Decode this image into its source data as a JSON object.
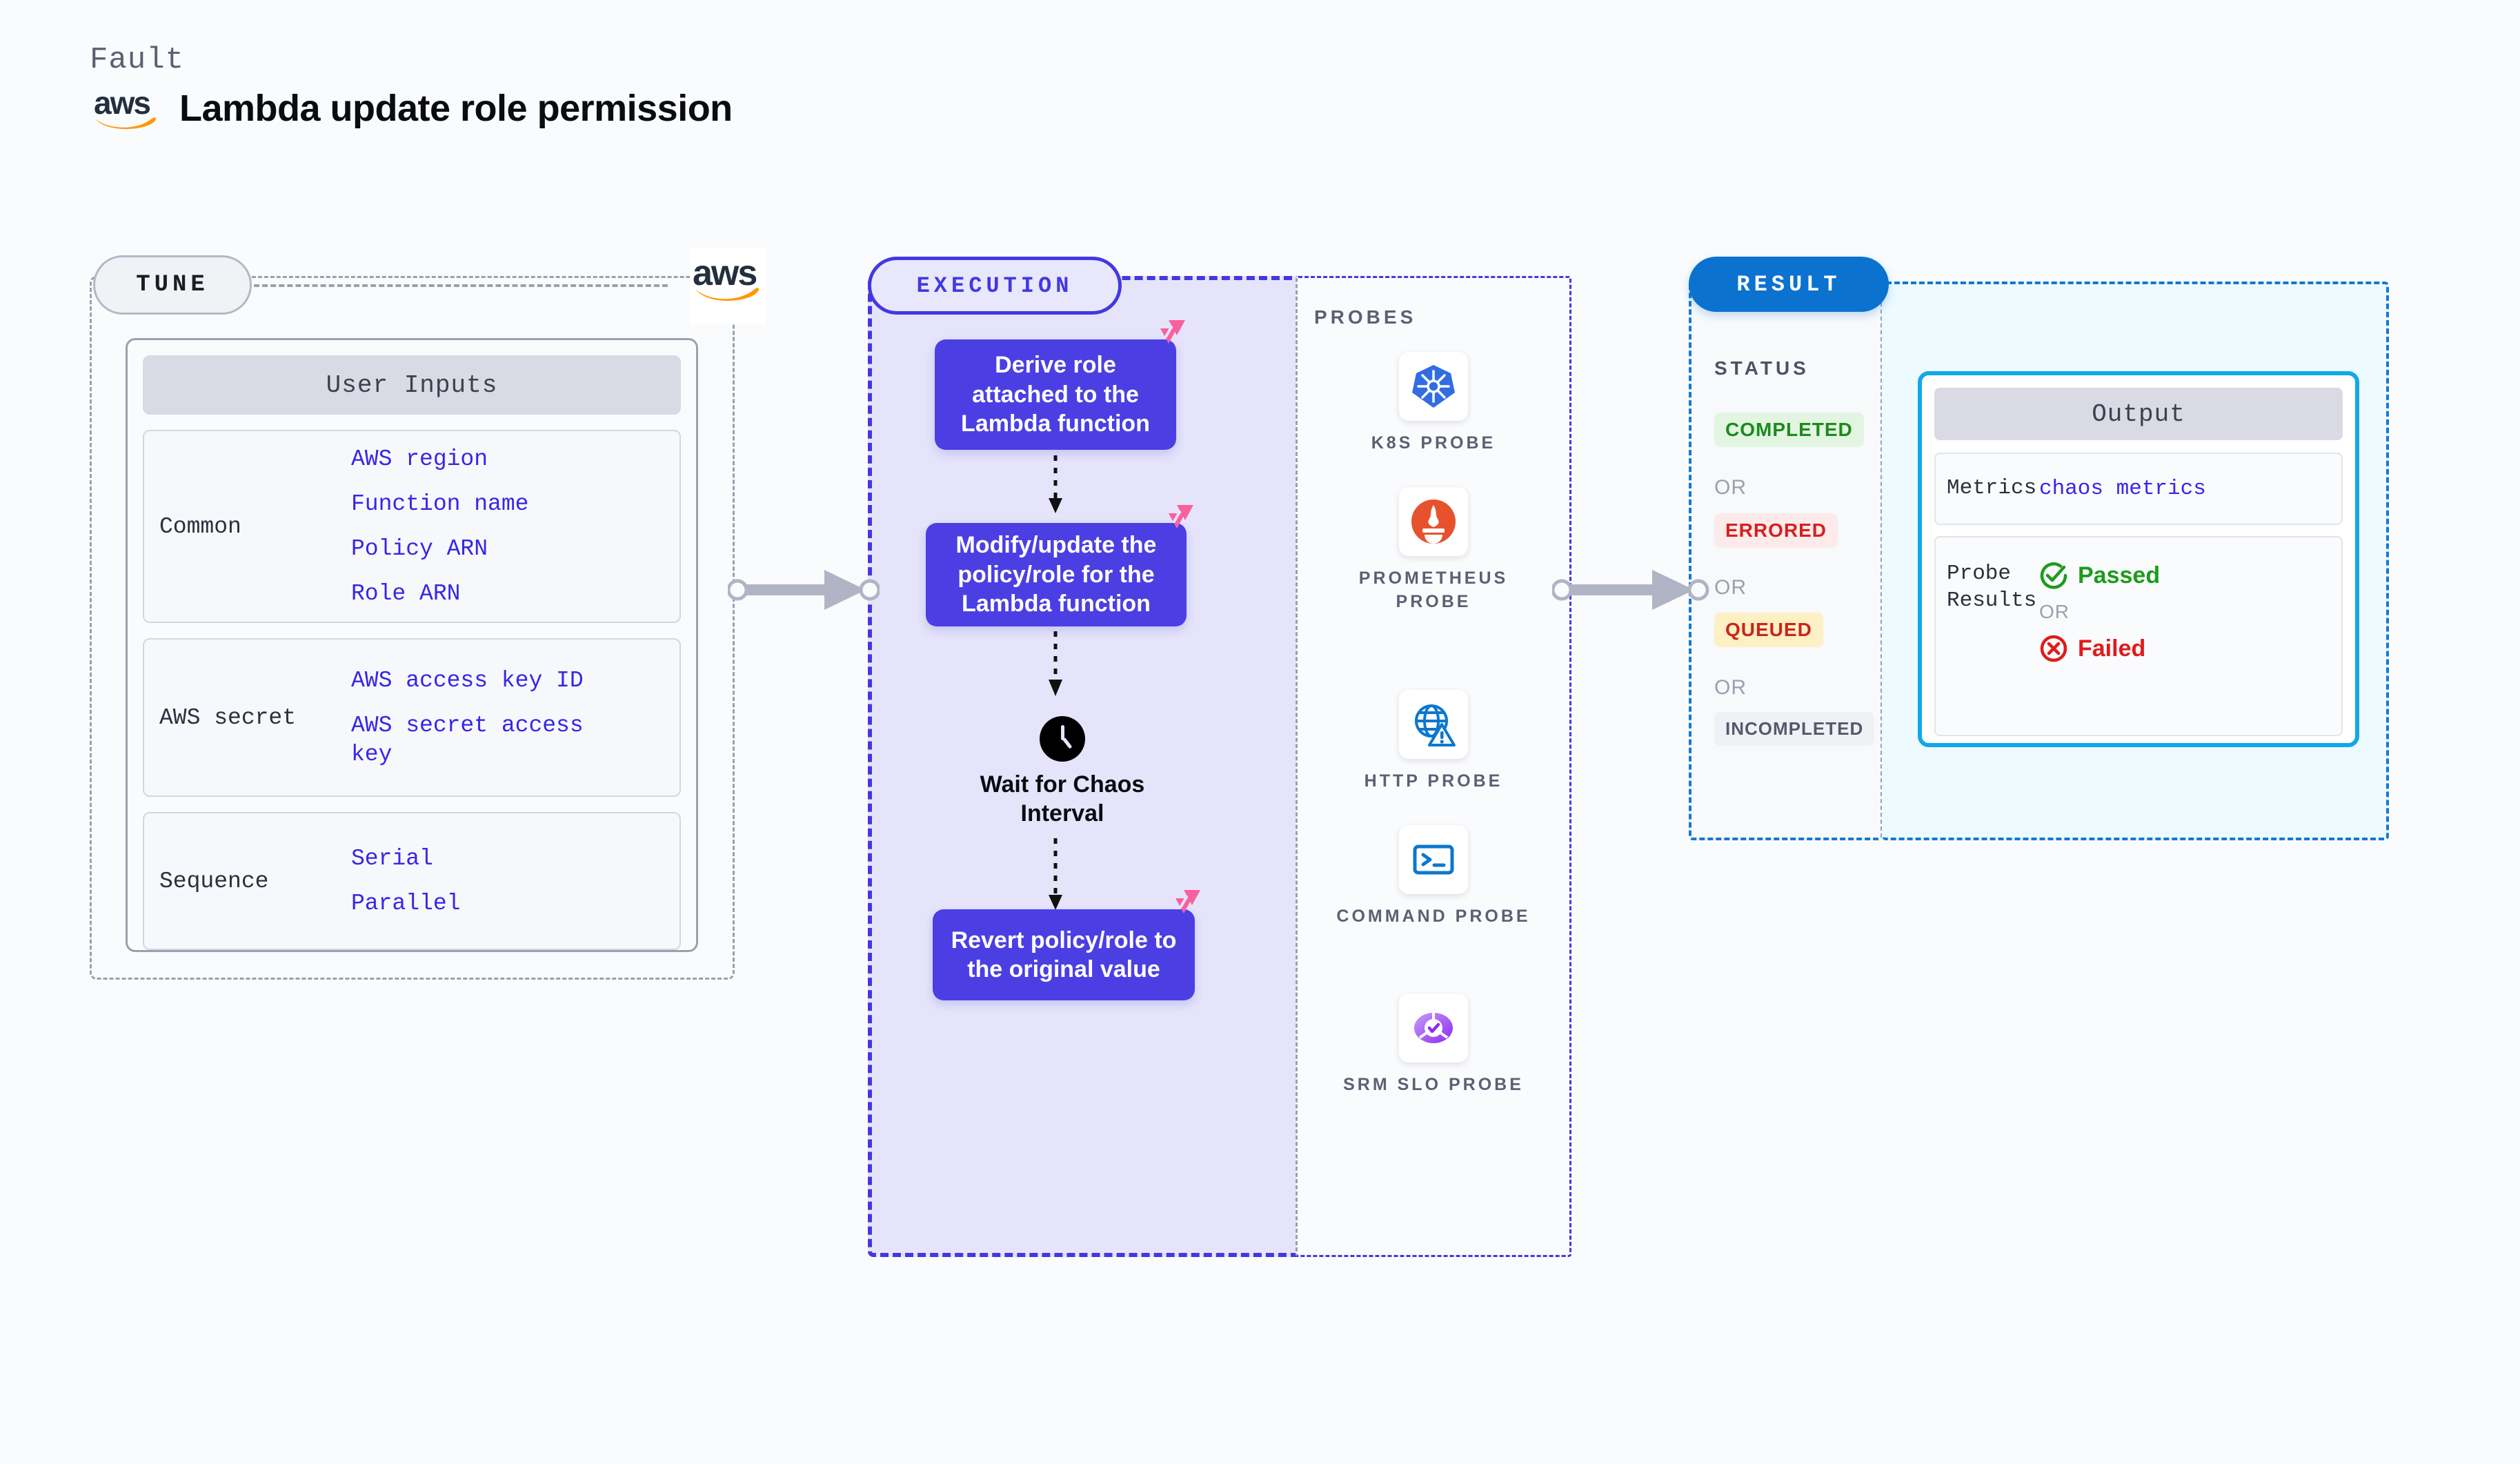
{
  "header": {
    "fault_label": "Fault",
    "title": "Lambda update role permission",
    "logo_text": "aws",
    "logo_name": "aws-logo"
  },
  "tune": {
    "pill_label": "TUNE",
    "card_title": "User Inputs",
    "groups": [
      {
        "label": "Common",
        "values": [
          "AWS region",
          "Function name",
          "Policy ARN",
          "Role ARN"
        ]
      },
      {
        "label": "AWS secret",
        "values": [
          "AWS access key ID",
          "AWS secret access key"
        ]
      },
      {
        "label": "Sequence",
        "values": [
          "Serial",
          "Parallel"
        ]
      }
    ]
  },
  "execution": {
    "pill_label": "EXECUTION",
    "steps": [
      {
        "text": "Derive role attached to the Lambda function",
        "badge": "chaos-badge"
      },
      {
        "text": "Modify/update the policy/role for the Lambda function",
        "badge": "chaos-badge"
      }
    ],
    "wait": {
      "label": "Wait for Chaos Interval",
      "icon": "clock-icon"
    },
    "revert": {
      "text": "Revert policy/role to the original value",
      "badge": "chaos-badge"
    }
  },
  "probes": {
    "title": "PROBES",
    "items": [
      {
        "name": "K8S PROBE",
        "icon": "kubernetes-icon"
      },
      {
        "name": "PROMETHEUS PROBE",
        "icon": "prometheus-icon"
      },
      {
        "name": "HTTP PROBE",
        "icon": "globe-warning-icon"
      },
      {
        "name": "COMMAND PROBE",
        "icon": "terminal-icon"
      },
      {
        "name": "SRM SLO PROBE",
        "icon": "srm-slo-icon"
      }
    ]
  },
  "result": {
    "pill_label": "RESULT",
    "status_title": "STATUS",
    "or_label": "OR",
    "statuses": [
      {
        "label": "COMPLETED",
        "bg": "#e2f5e0",
        "fg": "#1d8a1d"
      },
      {
        "label": "ERRORED",
        "bg": "#fdeaea",
        "fg": "#d42020"
      },
      {
        "label": "QUEUED",
        "bg": "#fdf0c4",
        "fg": "#c9241c"
      },
      {
        "label": "INCOMPLETED",
        "bg": "#f0f1f5",
        "fg": "#545a6b"
      }
    ],
    "output": {
      "title": "Output",
      "metrics_label": "Metrics",
      "metrics_value": "chaos metrics",
      "probe_results_label": "Probe Results",
      "passed_label": "Passed",
      "failed_label": "Failed",
      "or_label": "OR",
      "passed_color": "#1d9b1d",
      "failed_color": "#e01b1b"
    }
  },
  "colors": {
    "indigo": "#4338e0",
    "step_fill": "#4b3fe4",
    "chaos_pink": "#f8619d",
    "result_blue": "#0b72cf",
    "output_border": "#11a8e8",
    "aws_orange": "#ff9900"
  }
}
